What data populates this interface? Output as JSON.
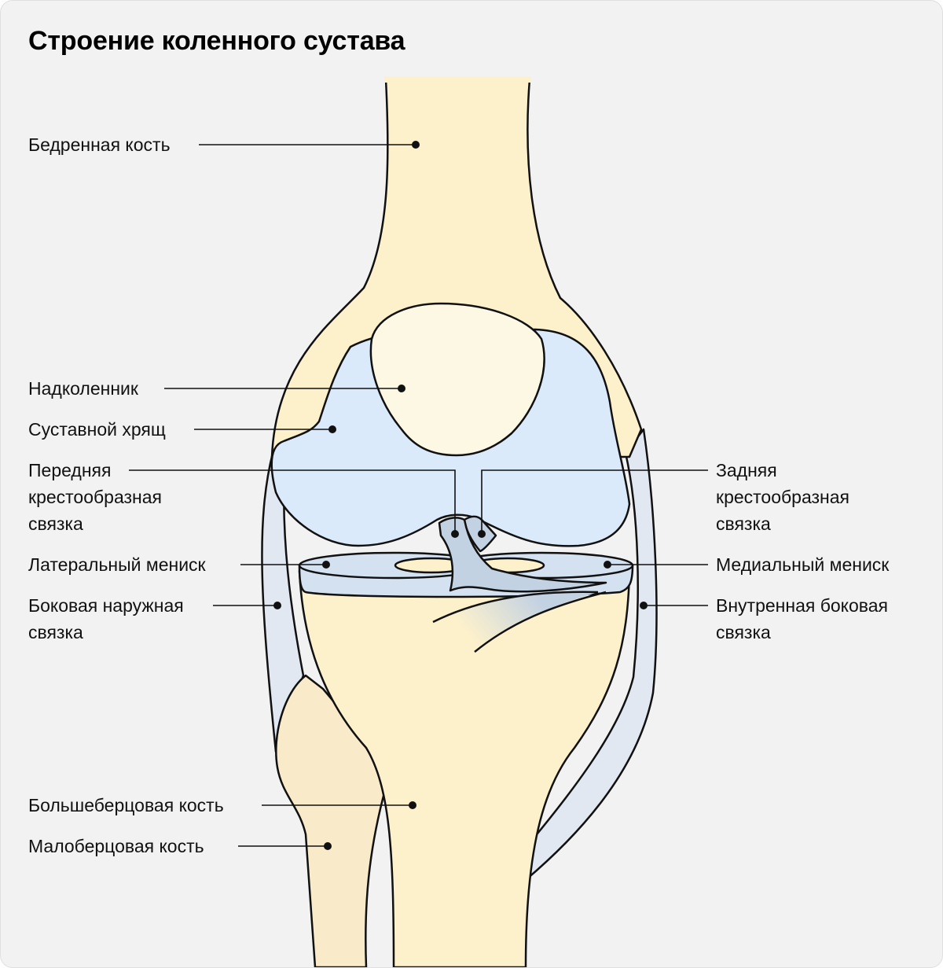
{
  "title": "Строение коленного сустава",
  "colors": {
    "background": "#f2f2f2",
    "bone": "#fdf1cc",
    "fibula": "#f9ebc9",
    "patella": "#fdf8e4",
    "cartilage": "#dbeafb",
    "meniscus": "#d3e1f1",
    "ligament": "#c3d2e2",
    "collateral_ligament": "#e1e8f2",
    "outline": "#111111"
  },
  "labels": {
    "femur": [
      "Бедренная кость"
    ],
    "patella": [
      "Надколенник"
    ],
    "cartilage": [
      "Суставной хрящ"
    ],
    "acl": [
      "Передняя",
      "крестообразная",
      "связка"
    ],
    "pcl": [
      "Задняя",
      "крестообразная",
      "связка"
    ],
    "lateral_meniscus": [
      "Латеральный мениск"
    ],
    "medial_meniscus": [
      "Медиальный мениск"
    ],
    "lateral_collateral": [
      "Боковая наружная",
      "связка"
    ],
    "medial_collateral": [
      "Внутренная боковая",
      "связка"
    ],
    "tibia": [
      "Большеберцовая кость"
    ],
    "fibula": [
      "Малоберцовая кость"
    ]
  }
}
